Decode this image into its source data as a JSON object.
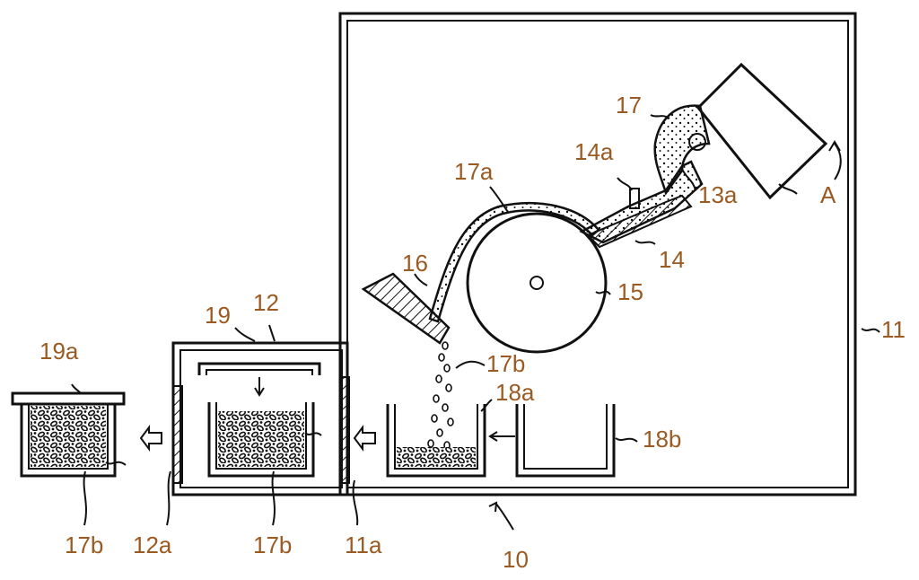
{
  "labels": {
    "l10": "10",
    "l11": "11",
    "l11a": "11a",
    "l12": "12",
    "l12a": "12a",
    "l13a": "13a",
    "l14": "14",
    "l14a": "14a",
    "l15": "15",
    "l16": "16",
    "l17": "17",
    "l17a": "17a",
    "l17b_fall": "17b",
    "l17b_mid": "17b",
    "l17b_left": "17b",
    "l18a": "18a",
    "l18b": "18b",
    "l19": "19",
    "l19a": "19a",
    "lA": "A"
  },
  "colors": {
    "label": "#9a5a22",
    "line": "#111111",
    "background": "#ffffff"
  }
}
